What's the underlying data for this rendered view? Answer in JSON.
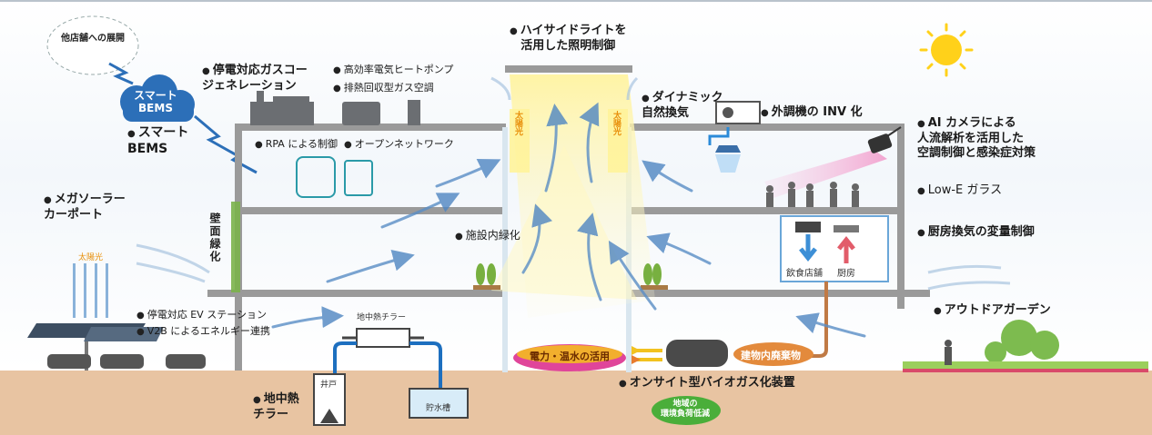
{
  "labels": {
    "other_stores": "他店舗への展開",
    "smart_bems_cloud": "スマート\nBEMS",
    "smart_bems": "スマート\nBEMS",
    "mega_solar": "メガソーラー\nカーポート",
    "solar_light_left": "太陽光",
    "gas_cogen": "停電対応ガスコー\nジェネレーション",
    "heat_pump": "高効率電気ヒートポンプ",
    "absorption": "排熱回収型ガス空調",
    "rpa": "RPA による制御",
    "open_network": "オープンネットワーク",
    "wall_greening": "壁面緑化",
    "facility_greening": "施設内緑化",
    "ev_station": "停電対応 EV ステーション",
    "v2b": "V2B によるエネルギー連携",
    "geo_chiller_top": "地中熱チラー",
    "geo_chiller_bottom": "地中熱\nチラー",
    "well": "井戸",
    "storage_tank": "貯水槽",
    "high_side_light": "ハイサイドライトを\n活用した照明制御",
    "solar_beam": "太陽光",
    "dynamic_vent": "ダイナミック\n自然換気",
    "inv_ac": "外調機の INV 化",
    "ai_camera": "AI カメラによる\n人流解析を活用した\n空調制御と感染症対策",
    "low_e": "Low-E ガラス",
    "kitchen_vent": "厨房換気の変量制御",
    "restaurant": "飲食店舗",
    "kitchen": "厨房",
    "outdoor_garden": "アウトドアガーデン",
    "power_hot_water": "電力・温水の活用",
    "building_waste": "建物内廃棄物",
    "biogas": "オンサイト型バイオガス化装置",
    "regional_load": "地域の\n環境負荷低減"
  },
  "colors": {
    "bems_cloud": "#2c6fb8",
    "building_line": "#9a9a9a",
    "ground": "#e8c4a2",
    "light_beam": "#fff6a0",
    "pink_beam": "#f4b8d8",
    "pill_pink": "#e0459a",
    "pill_yellow": "#f4c21a",
    "pill_orange": "#e38a3c",
    "pill_green": "#4aae3a",
    "airflow": "#5a8ec6"
  },
  "icons": [
    "sun-icon",
    "cloud-icon",
    "factory-icon",
    "rpa-icon",
    "tablet-icon",
    "camera-icon",
    "solar-panel-icon",
    "car-icon",
    "tree-icon",
    "people-icon"
  ]
}
